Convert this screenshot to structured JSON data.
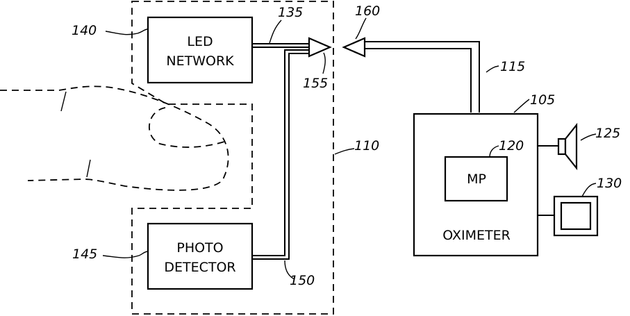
{
  "blocks": {
    "led_network": [
      "LED",
      "NETWORK"
    ],
    "photo_detector": [
      "PHOTO",
      "DETECTOR"
    ],
    "mp": "MP",
    "oximeter": "OXIMETER"
  },
  "refs": {
    "r105": "105",
    "r110": "110",
    "r115": "115",
    "r120": "120",
    "r125": "125",
    "r130": "130",
    "r135": "135",
    "r140": "140",
    "r145": "145",
    "r150": "150",
    "r155": "155",
    "r160": "160"
  }
}
